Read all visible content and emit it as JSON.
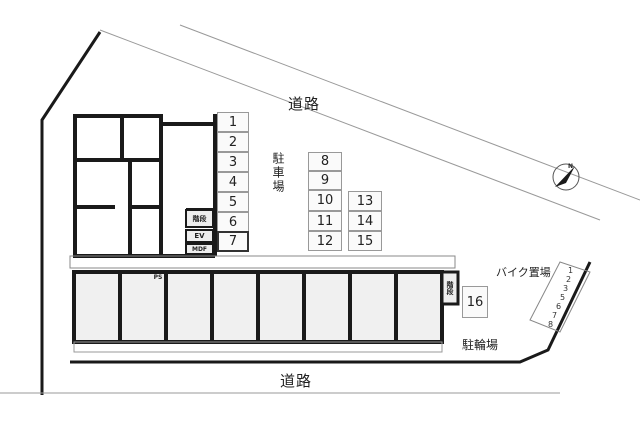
{
  "labels": {
    "road_top": "道路",
    "road_bottom": "道路",
    "parking": "駐車場",
    "bike_parking": "バイク置場",
    "bicycle_parking": "駐輪場",
    "stairs": "階段",
    "ev": "EV",
    "mdf": "MDF",
    "ps": "PS",
    "compass_n": "N"
  },
  "parking_slots": [
    "1",
    "2",
    "3",
    "4",
    "5",
    "6",
    "7",
    "8",
    "9",
    "10",
    "11",
    "12",
    "13",
    "14",
    "15",
    "16"
  ],
  "bike_slots": [
    "1",
    "2",
    "3",
    "5",
    "6",
    "7",
    "8"
  ],
  "colors": {
    "wall": "#1a1a1a",
    "line": "#888888",
    "unit_fill": "#f0f0f0",
    "background": "#ffffff"
  }
}
